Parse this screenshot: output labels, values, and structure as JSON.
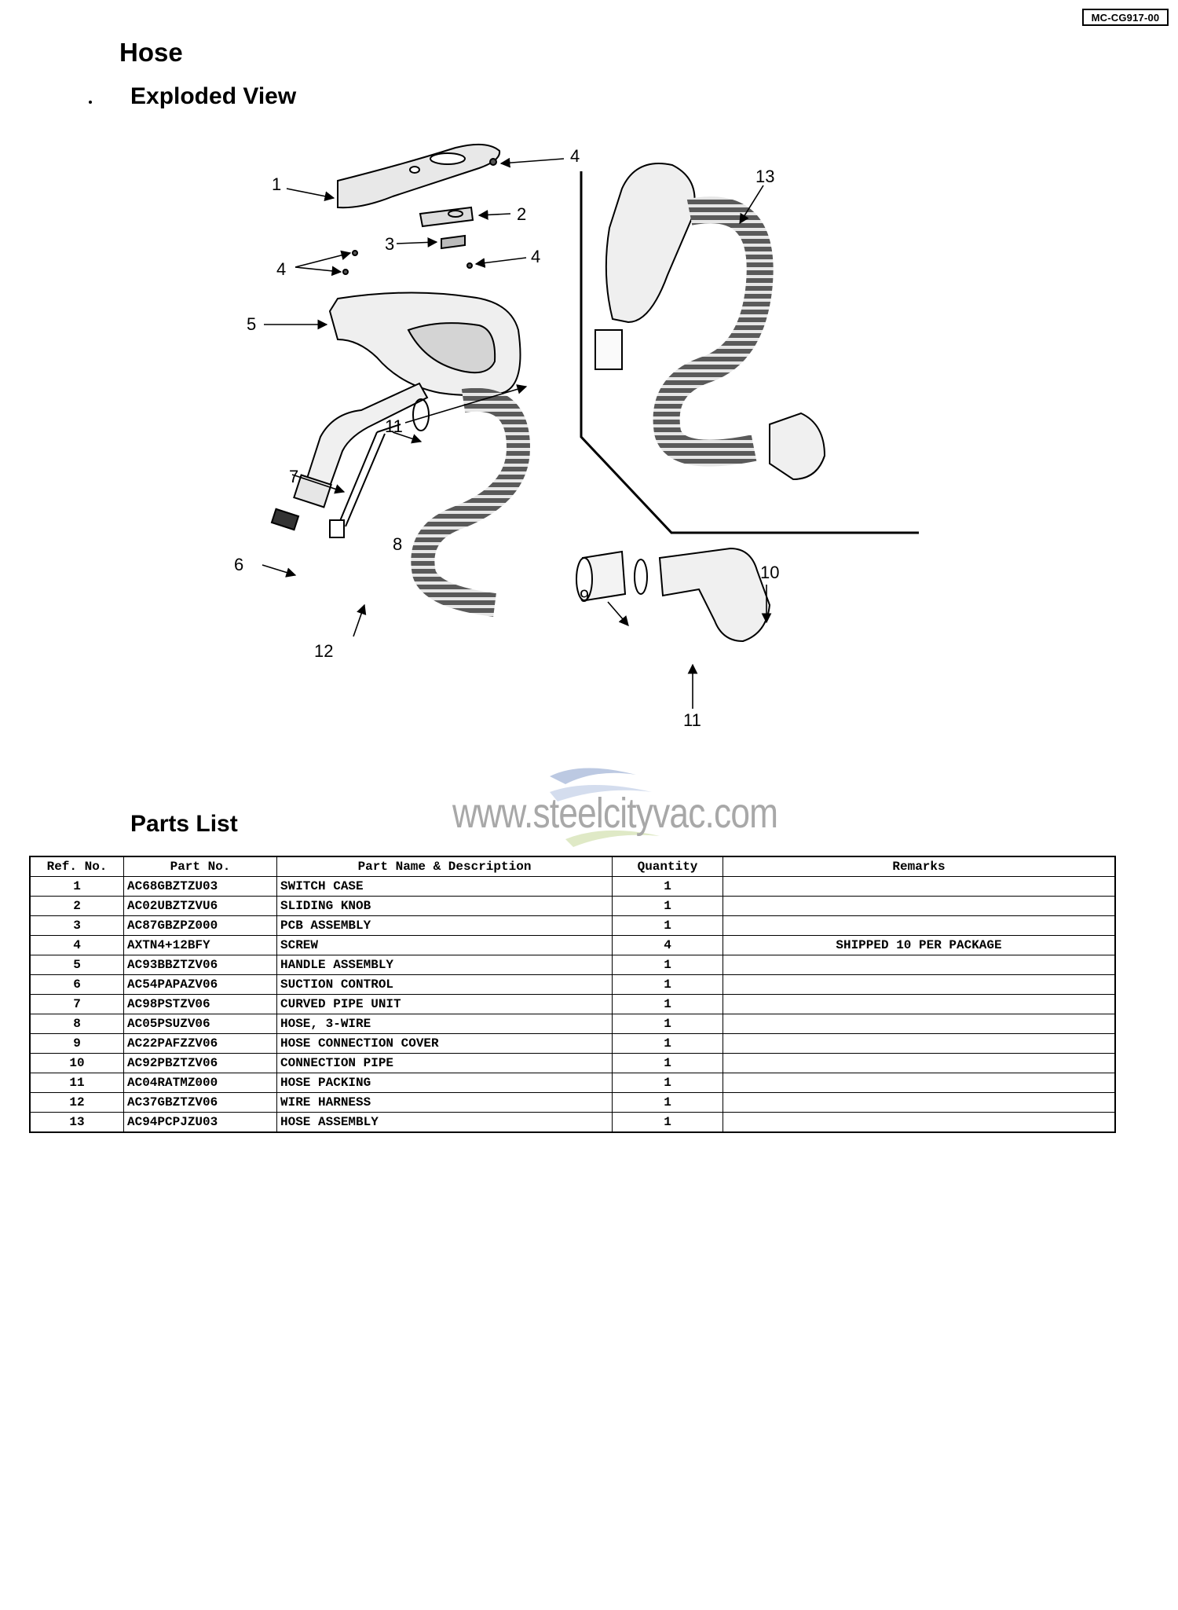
{
  "header": {
    "model_code": "MC-CG917-00",
    "title": "Hose",
    "subtitle": "Exploded View",
    "parts_list_title": "Parts List",
    "watermark": "www.steelcityvac.com"
  },
  "diagram": {
    "callouts": [
      "1",
      "2",
      "3",
      "4",
      "4",
      "4",
      "5",
      "6",
      "7",
      "8",
      "9",
      "10",
      "11",
      "11",
      "12",
      "13"
    ]
  },
  "table": {
    "headers": {
      "ref": "Ref. No.",
      "part": "Part No.",
      "name": "Part Name & Description",
      "qty": "Quantity",
      "remarks": "Remarks"
    },
    "rows": [
      {
        "ref": "1",
        "part": "AC68GBZTZU03",
        "name": "SWITCH CASE",
        "qty": "1",
        "remarks": ""
      },
      {
        "ref": "2",
        "part": "AC02UBZTZVU6",
        "name": "SLIDING KNOB",
        "qty": "1",
        "remarks": ""
      },
      {
        "ref": "3",
        "part": "AC87GBZPZ000",
        "name": "PCB ASSEMBLY",
        "qty": "1",
        "remarks": ""
      },
      {
        "ref": "4",
        "part": "AXTN4+12BFY",
        "name": "SCREW",
        "qty": "4",
        "remarks": "SHIPPED 10 PER PACKAGE"
      },
      {
        "ref": "5",
        "part": "AC93BBZTZV06",
        "name": "HANDLE ASSEMBLY",
        "qty": "1",
        "remarks": ""
      },
      {
        "ref": "6",
        "part": "AC54PAPAZV06",
        "name": "SUCTION CONTROL",
        "qty": "1",
        "remarks": ""
      },
      {
        "ref": "7",
        "part": "AC98PSTZV06",
        "name": "CURVED PIPE UNIT",
        "qty": "1",
        "remarks": ""
      },
      {
        "ref": "8",
        "part": "AC05PSUZV06",
        "name": "HOSE, 3-WIRE",
        "qty": "1",
        "remarks": ""
      },
      {
        "ref": "9",
        "part": "AC22PAFZZV06",
        "name": "HOSE CONNECTION COVER",
        "qty": "1",
        "remarks": ""
      },
      {
        "ref": "10",
        "part": "AC92PBZTZV06",
        "name": "CONNECTION PIPE",
        "qty": "1",
        "remarks": ""
      },
      {
        "ref": "11",
        "part": "AC04RATMZ000",
        "name": "HOSE PACKING",
        "qty": "1",
        "remarks": ""
      },
      {
        "ref": "12",
        "part": "AC37GBZTZV06",
        "name": "WIRE HARNESS",
        "qty": "1",
        "remarks": ""
      },
      {
        "ref": "13",
        "part": "AC94PCPJZU03",
        "name": "HOSE ASSEMBLY",
        "qty": "1",
        "remarks": ""
      }
    ]
  }
}
